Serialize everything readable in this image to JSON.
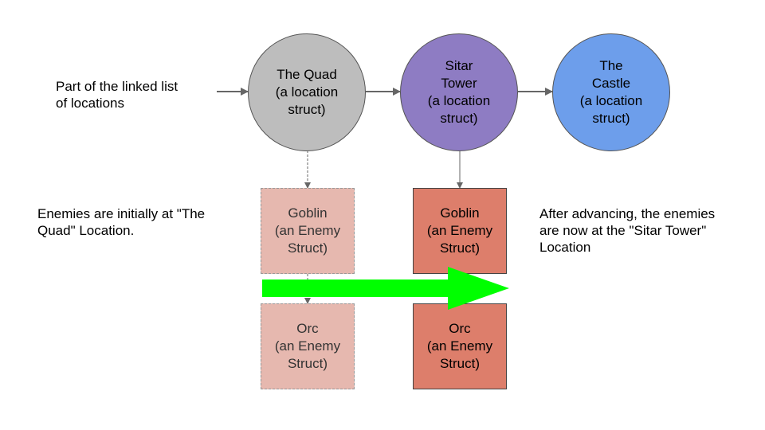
{
  "notes": {
    "linked_list": "Part of the linked list\nof locations",
    "initial": "Enemies are initially at \"The\nQuad\" Location.",
    "after": "After advancing, the enemies\nare now at the \"Sitar Tower\"\nLocation"
  },
  "locations": [
    {
      "label": "The Quad\n(a location\nstruct)",
      "color": "#bdbdbd"
    },
    {
      "label": "Sitar\nTower\n(a location\nstruct)",
      "color": "#8e7cc3"
    },
    {
      "label": "The\nCastle\n(a location\nstruct)",
      "color": "#6d9eeb"
    }
  ],
  "enemies_before": [
    {
      "label": "Goblin\n(an Enemy\nStruct)",
      "color": "#e6b8af"
    },
    {
      "label": "Orc\n(an Enemy\nStruct)",
      "color": "#e6b8af"
    }
  ],
  "enemies_after": [
    {
      "label": "Goblin\n(an Enemy\nStruct)",
      "color": "#dd7e6b"
    },
    {
      "label": "Orc\n(an Enemy\nStruct)",
      "color": "#dd7e6b"
    }
  ],
  "colors": {
    "advance_arrow": "#00ff00",
    "link_arrow": "#666666"
  }
}
